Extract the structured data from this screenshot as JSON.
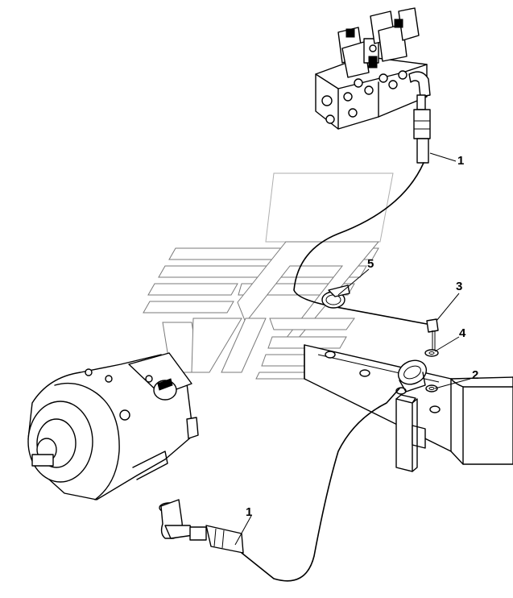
{
  "diagram": {
    "callouts": [
      {
        "id": "hose-top",
        "label": "1"
      },
      {
        "id": "clamp",
        "label": "5"
      },
      {
        "id": "bolt",
        "label": "3"
      },
      {
        "id": "washer",
        "label": "4"
      },
      {
        "id": "bracket-washer",
        "label": "2"
      },
      {
        "id": "hose-bottom",
        "label": "1"
      }
    ],
    "icons": {
      "watermark": "stylized-arrow-logo-icon",
      "valve": "control-valve-block-icon",
      "pump": "hydraulic-pump-icon"
    },
    "colors": {
      "line": "#000000",
      "watermark": "#7a7a7a",
      "background": "#ffffff"
    }
  }
}
